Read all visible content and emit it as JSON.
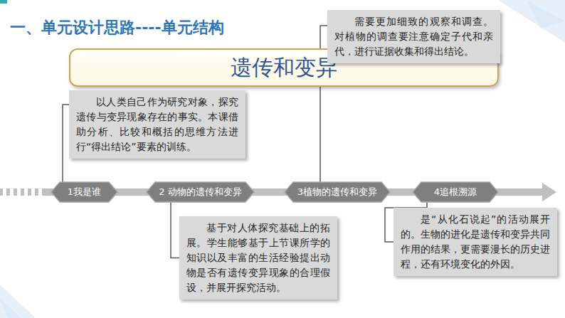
{
  "diagram": {
    "title": "一、单元设计思路----单元结构",
    "nodes": [
      {
        "text": [
          "遗传和变异"
        ]
      },
      {
        "text": [
          "以人类自己作为研究对象，探究遗传与变异现象存在的事实。本课借助分析、比较和概括的思维方法进行“得出结论”要素的训练。"
        ]
      },
      {
        "text": [
          "需要更加细致的观察和调查。对植物的调查要注意确定子代和亲代，进行证据收集和得出结论。"
        ]
      },
      {
        "text": [
          "1我是谁"
        ]
      },
      {
        "text": [
          "2 动物的遗传和变异"
        ]
      },
      {
        "text": [
          "3植物的遗传和变异"
        ]
      },
      {
        "text": [
          "4追根溯源"
        ]
      },
      {
        "text": [
          "基于对人体探究基础上的拓展。学生能够基于上节课所学的知识以及丰富的生活经验提出动物是否有遗传变异现象的合理假设，并展开探究活动。"
        ]
      },
      {
        "text": [
          "是“从化石说起”的活动展开的。生物的进化是遗传和变异共同作用的结果，更需要漫长的历史进程，还有环境变化的外因。"
        ]
      }
    ],
    "edges": [
      {
        "from": 3,
        "to": 1,
        "arrow": "none"
      },
      {
        "from": 5,
        "to": 2,
        "arrow": "none"
      },
      {
        "from": 4,
        "to": 7,
        "arrow": "none"
      },
      {
        "from": 6,
        "to": 8,
        "arrow": "none"
      }
    ]
  }
}
